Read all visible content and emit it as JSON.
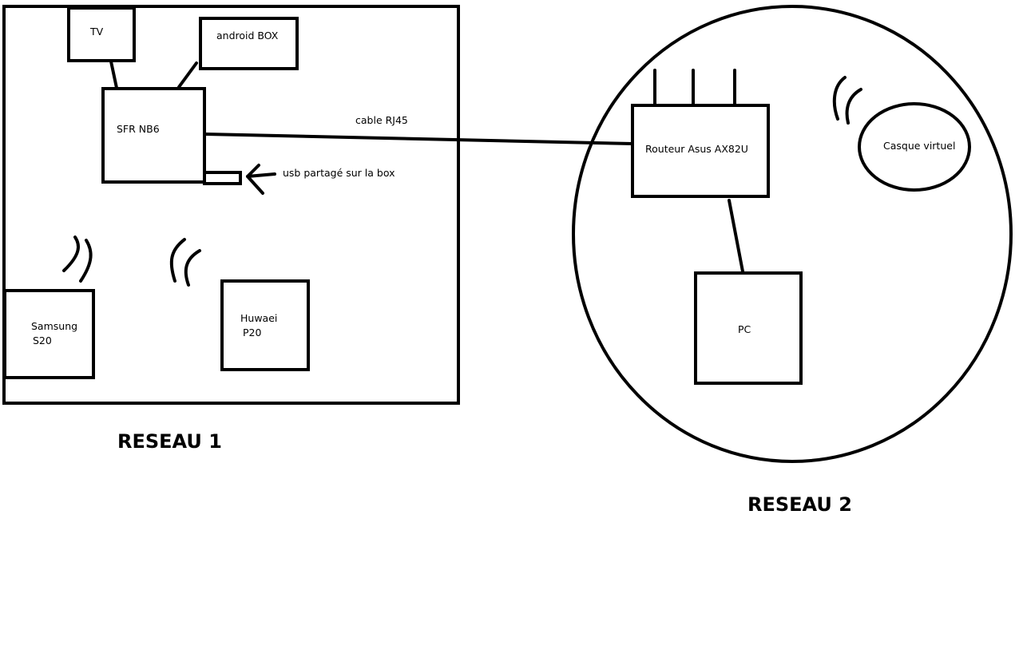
{
  "network_1": {
    "title": "RESEAU 1",
    "devices": {
      "tv": "TV",
      "android_box": "android BOX",
      "router": "SFR NB6",
      "phone_samsung": [
        "Samsung",
        "S20"
      ],
      "phone_huawei": [
        "Huwaei",
        "P20"
      ]
    },
    "usb_note": "usb partagé sur la box"
  },
  "network_2": {
    "title": "RESEAU 2",
    "devices": {
      "router": "Routeur Asus AX82U",
      "pc": "PC",
      "headset": "Casque virtuel"
    }
  },
  "link": {
    "label": "cable RJ45"
  }
}
